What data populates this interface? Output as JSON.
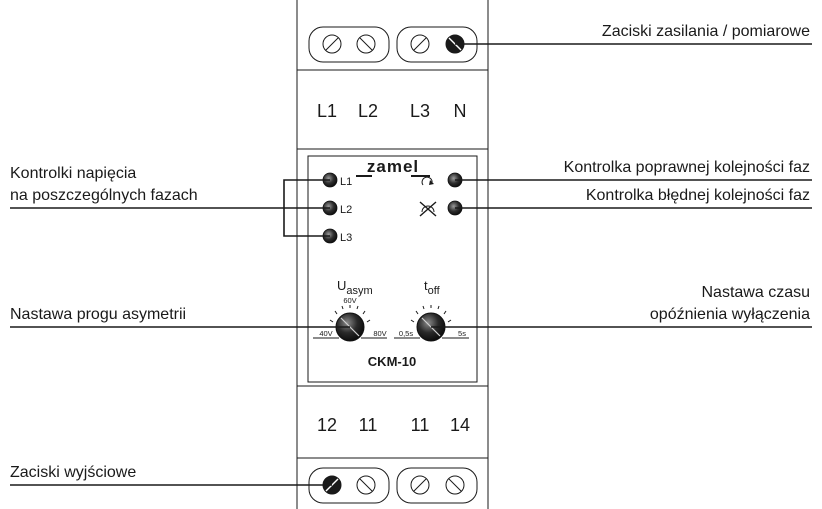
{
  "device": {
    "brand": "zamel",
    "model": "CKM-10",
    "top_terminals": [
      "L1",
      "L2",
      "L3",
      "N"
    ],
    "bottom_terminals": [
      "12",
      "11",
      "11",
      "14"
    ],
    "led_labels": [
      "L1",
      "L2",
      "L3"
    ],
    "knob_asym": {
      "name": "U",
      "subscript": "asym",
      "min": "40V",
      "mid": "60V",
      "max": "80V"
    },
    "knob_toff": {
      "name": "t",
      "subscript": "off",
      "min": "0,5s",
      "max": "5s"
    }
  },
  "callouts": {
    "supply_terminals": "Zaciski zasilania / pomiarowe",
    "phase_leds_line1": "Kontrolki napięcia",
    "phase_leds_line2": "na poszczególnych fazach",
    "correct_sequence": "Kontrolka poprawnej kolejności faz",
    "wrong_sequence": "Kontrolka błędnej kolejności faz",
    "asym_threshold": "Nastawa progu asymetrii",
    "delay_line1": "Nastawa czasu",
    "delay_line2": "opóźnienia wyłączenia",
    "output_terminals": "Zaciski wyjściowe"
  }
}
